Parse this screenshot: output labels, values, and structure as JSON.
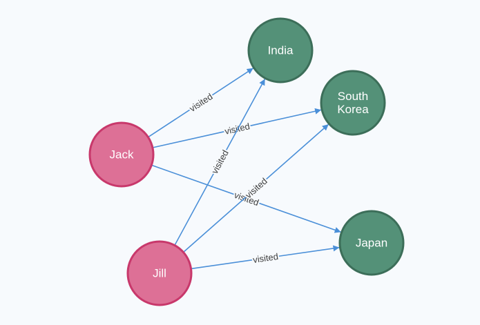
{
  "graph": {
    "nodes": [
      {
        "id": "jack",
        "label": "Jack",
        "kind": "person"
      },
      {
        "id": "jill",
        "label": "Jill",
        "kind": "person"
      },
      {
        "id": "india",
        "label": "India",
        "kind": "country"
      },
      {
        "id": "south-korea",
        "label": "South Korea",
        "kind": "country"
      },
      {
        "id": "japan",
        "label": "Japan",
        "kind": "country"
      }
    ],
    "edges": [
      {
        "from": "jack",
        "to": "india",
        "label": "visited"
      },
      {
        "from": "jack",
        "to": "south-korea",
        "label": "visited"
      },
      {
        "from": "jack",
        "to": "japan",
        "label": "visited"
      },
      {
        "from": "jill",
        "to": "india",
        "label": "visited"
      },
      {
        "from": "jill",
        "to": "south-korea",
        "label": "visited"
      },
      {
        "from": "jill",
        "to": "japan",
        "label": "visited"
      }
    ]
  },
  "colors": {
    "background": "#f7fafd",
    "person_fill": "#dd7096",
    "person_stroke": "#c8386b",
    "country_fill": "#549178",
    "country_stroke": "#3c6e59",
    "edge": "#4a8fd8",
    "edge_label": "#3d3d3d",
    "node_label": "#ffffff"
  }
}
